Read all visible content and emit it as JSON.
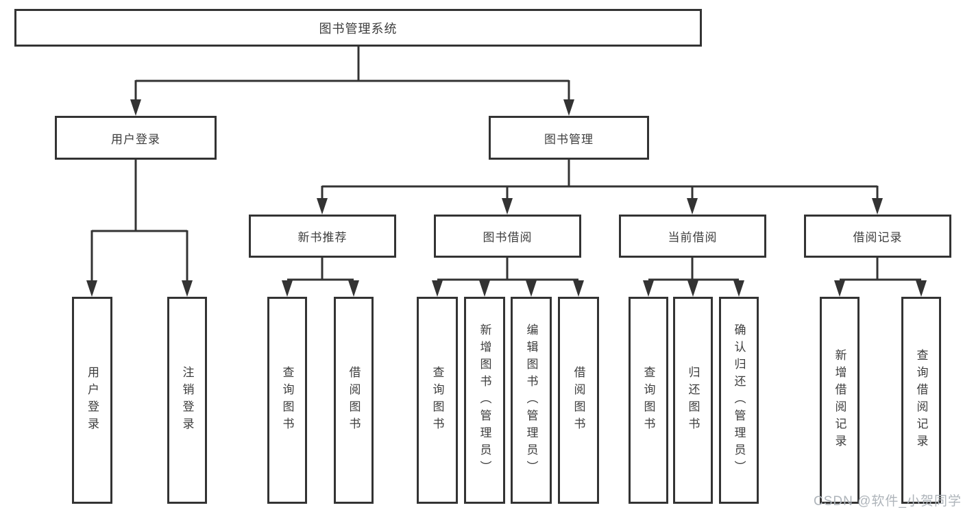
{
  "nodes": {
    "root": "图书管理系统",
    "login": "用户登录",
    "mgmt": "图书管理",
    "recommend": "新书推荐",
    "borrow": "图书借阅",
    "current": "当前借阅",
    "records": "借阅记录"
  },
  "leaves": {
    "login": [
      "用户登录",
      "注销登录"
    ],
    "recommend": [
      "查询图书",
      "借阅图书"
    ],
    "borrow": [
      "查询图书",
      "新增图书（管理员）",
      "编辑图书（管理员）",
      "借阅图书"
    ],
    "current": [
      "查询图书",
      "归还图书",
      "确认归还（管理员）"
    ],
    "records": [
      "新增借阅记录",
      "查询借阅记录"
    ]
  },
  "watermark": "CSDN @软件_小贺同学",
  "colors": {
    "line": "#333333",
    "box_border": "#333333",
    "text": "#3d3d3d",
    "watermark": "#aeb4ba",
    "background": "#ffffff"
  }
}
